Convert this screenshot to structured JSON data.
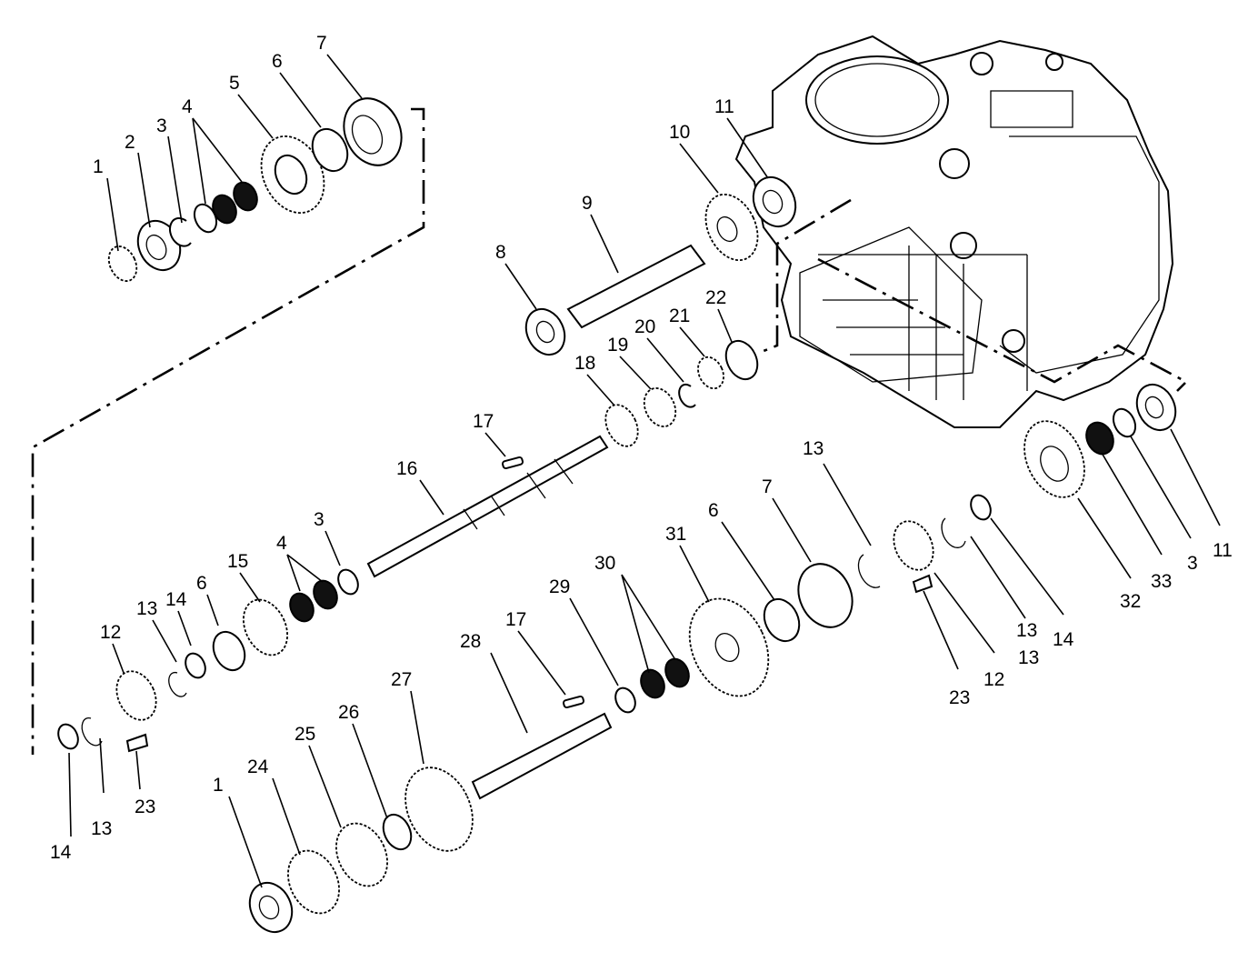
{
  "diagram": {
    "callouts": [
      "1",
      "2",
      "3",
      "4",
      "5",
      "6",
      "7",
      "8",
      "9",
      "10",
      "11",
      "22",
      "21",
      "20",
      "19",
      "18",
      "17",
      "16",
      "3",
      "4",
      "15",
      "6",
      "14",
      "13",
      "12",
      "14",
      "13",
      "23",
      "13",
      "7",
      "6",
      "31",
      "30",
      "29",
      "17",
      "28",
      "27",
      "26",
      "25",
      "24",
      "1",
      "13",
      "12",
      "23",
      "13",
      "14",
      "32",
      "33",
      "3",
      "11"
    ]
  }
}
